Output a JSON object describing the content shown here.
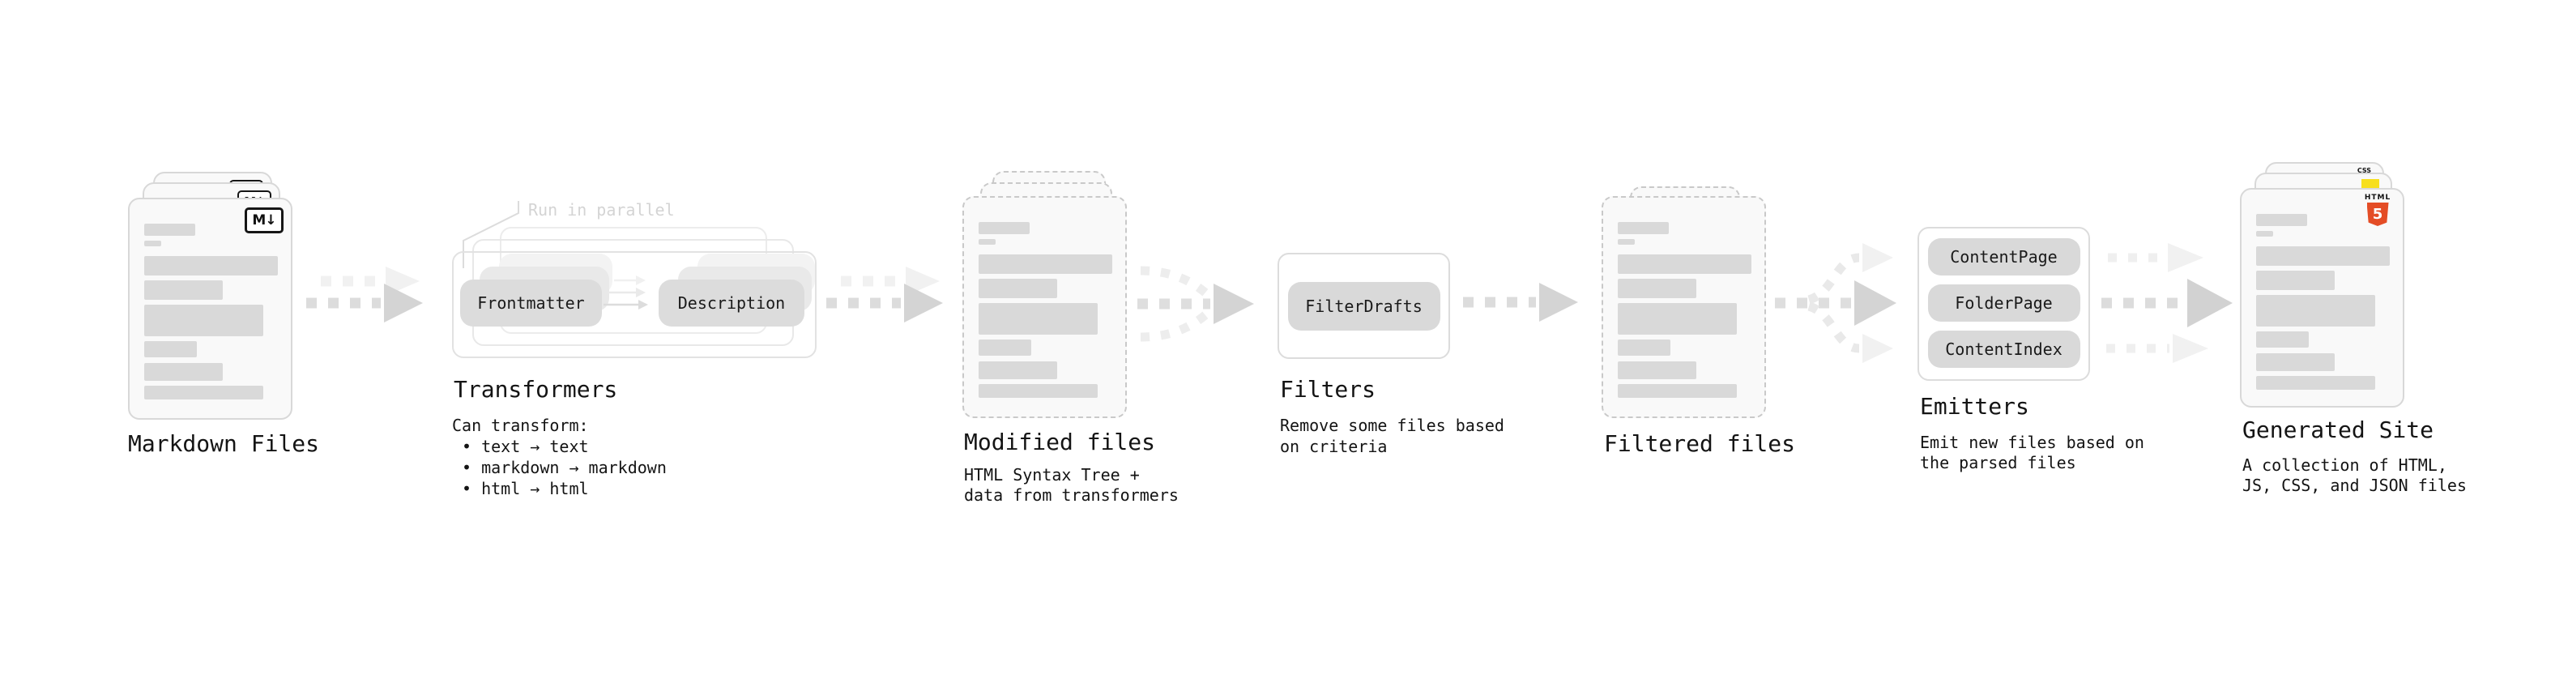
{
  "nodes": {
    "markdown_files": {
      "label": "Markdown Files"
    },
    "transformers": {
      "label": "Transformers",
      "parallel_note": "Run in parallel",
      "pills": [
        "Frontmatter",
        "Description"
      ],
      "caption_heading": "Can transform:",
      "caption_bullets": [
        "• text → text",
        "• markdown → markdown",
        "• html → html"
      ]
    },
    "modified_files": {
      "label": "Modified files",
      "caption_lines": [
        "HTML Syntax Tree +",
        "data from transformers"
      ]
    },
    "filters": {
      "label": "Filters",
      "pills": [
        "FilterDrafts"
      ],
      "caption_lines": [
        "Remove some files based",
        "on criteria"
      ]
    },
    "filtered_files": {
      "label": "Filtered files"
    },
    "emitters": {
      "label": "Emitters",
      "pills": [
        "ContentPage",
        "FolderPage",
        "ContentIndex"
      ],
      "caption_lines": [
        "Emit new files based on",
        "the parsed files"
      ]
    },
    "generated_site": {
      "label": "Generated Site",
      "caption_lines": [
        "A collection of HTML,",
        "JS, CSS, and JSON files"
      ]
    }
  },
  "icons": {
    "markdown_badge_text": "M↓",
    "html5_badge_word": "HTML",
    "html5_badge_number": "5",
    "css_badge_word": "CSS"
  },
  "colors": {
    "html5_orange": "#e44d26",
    "js_yellow": "#f7df1e",
    "css_blue": "#2b7de9",
    "arrow_gray": "#d6d6d6",
    "arrow_ghost_gray": "#f1f1f1",
    "card_border": "#d8d8d8",
    "bar_gray": "#d9d9d9",
    "pill_gray": "#d9d9d9",
    "text_dark": "#141414",
    "faded_note": "#d4d4d4"
  }
}
